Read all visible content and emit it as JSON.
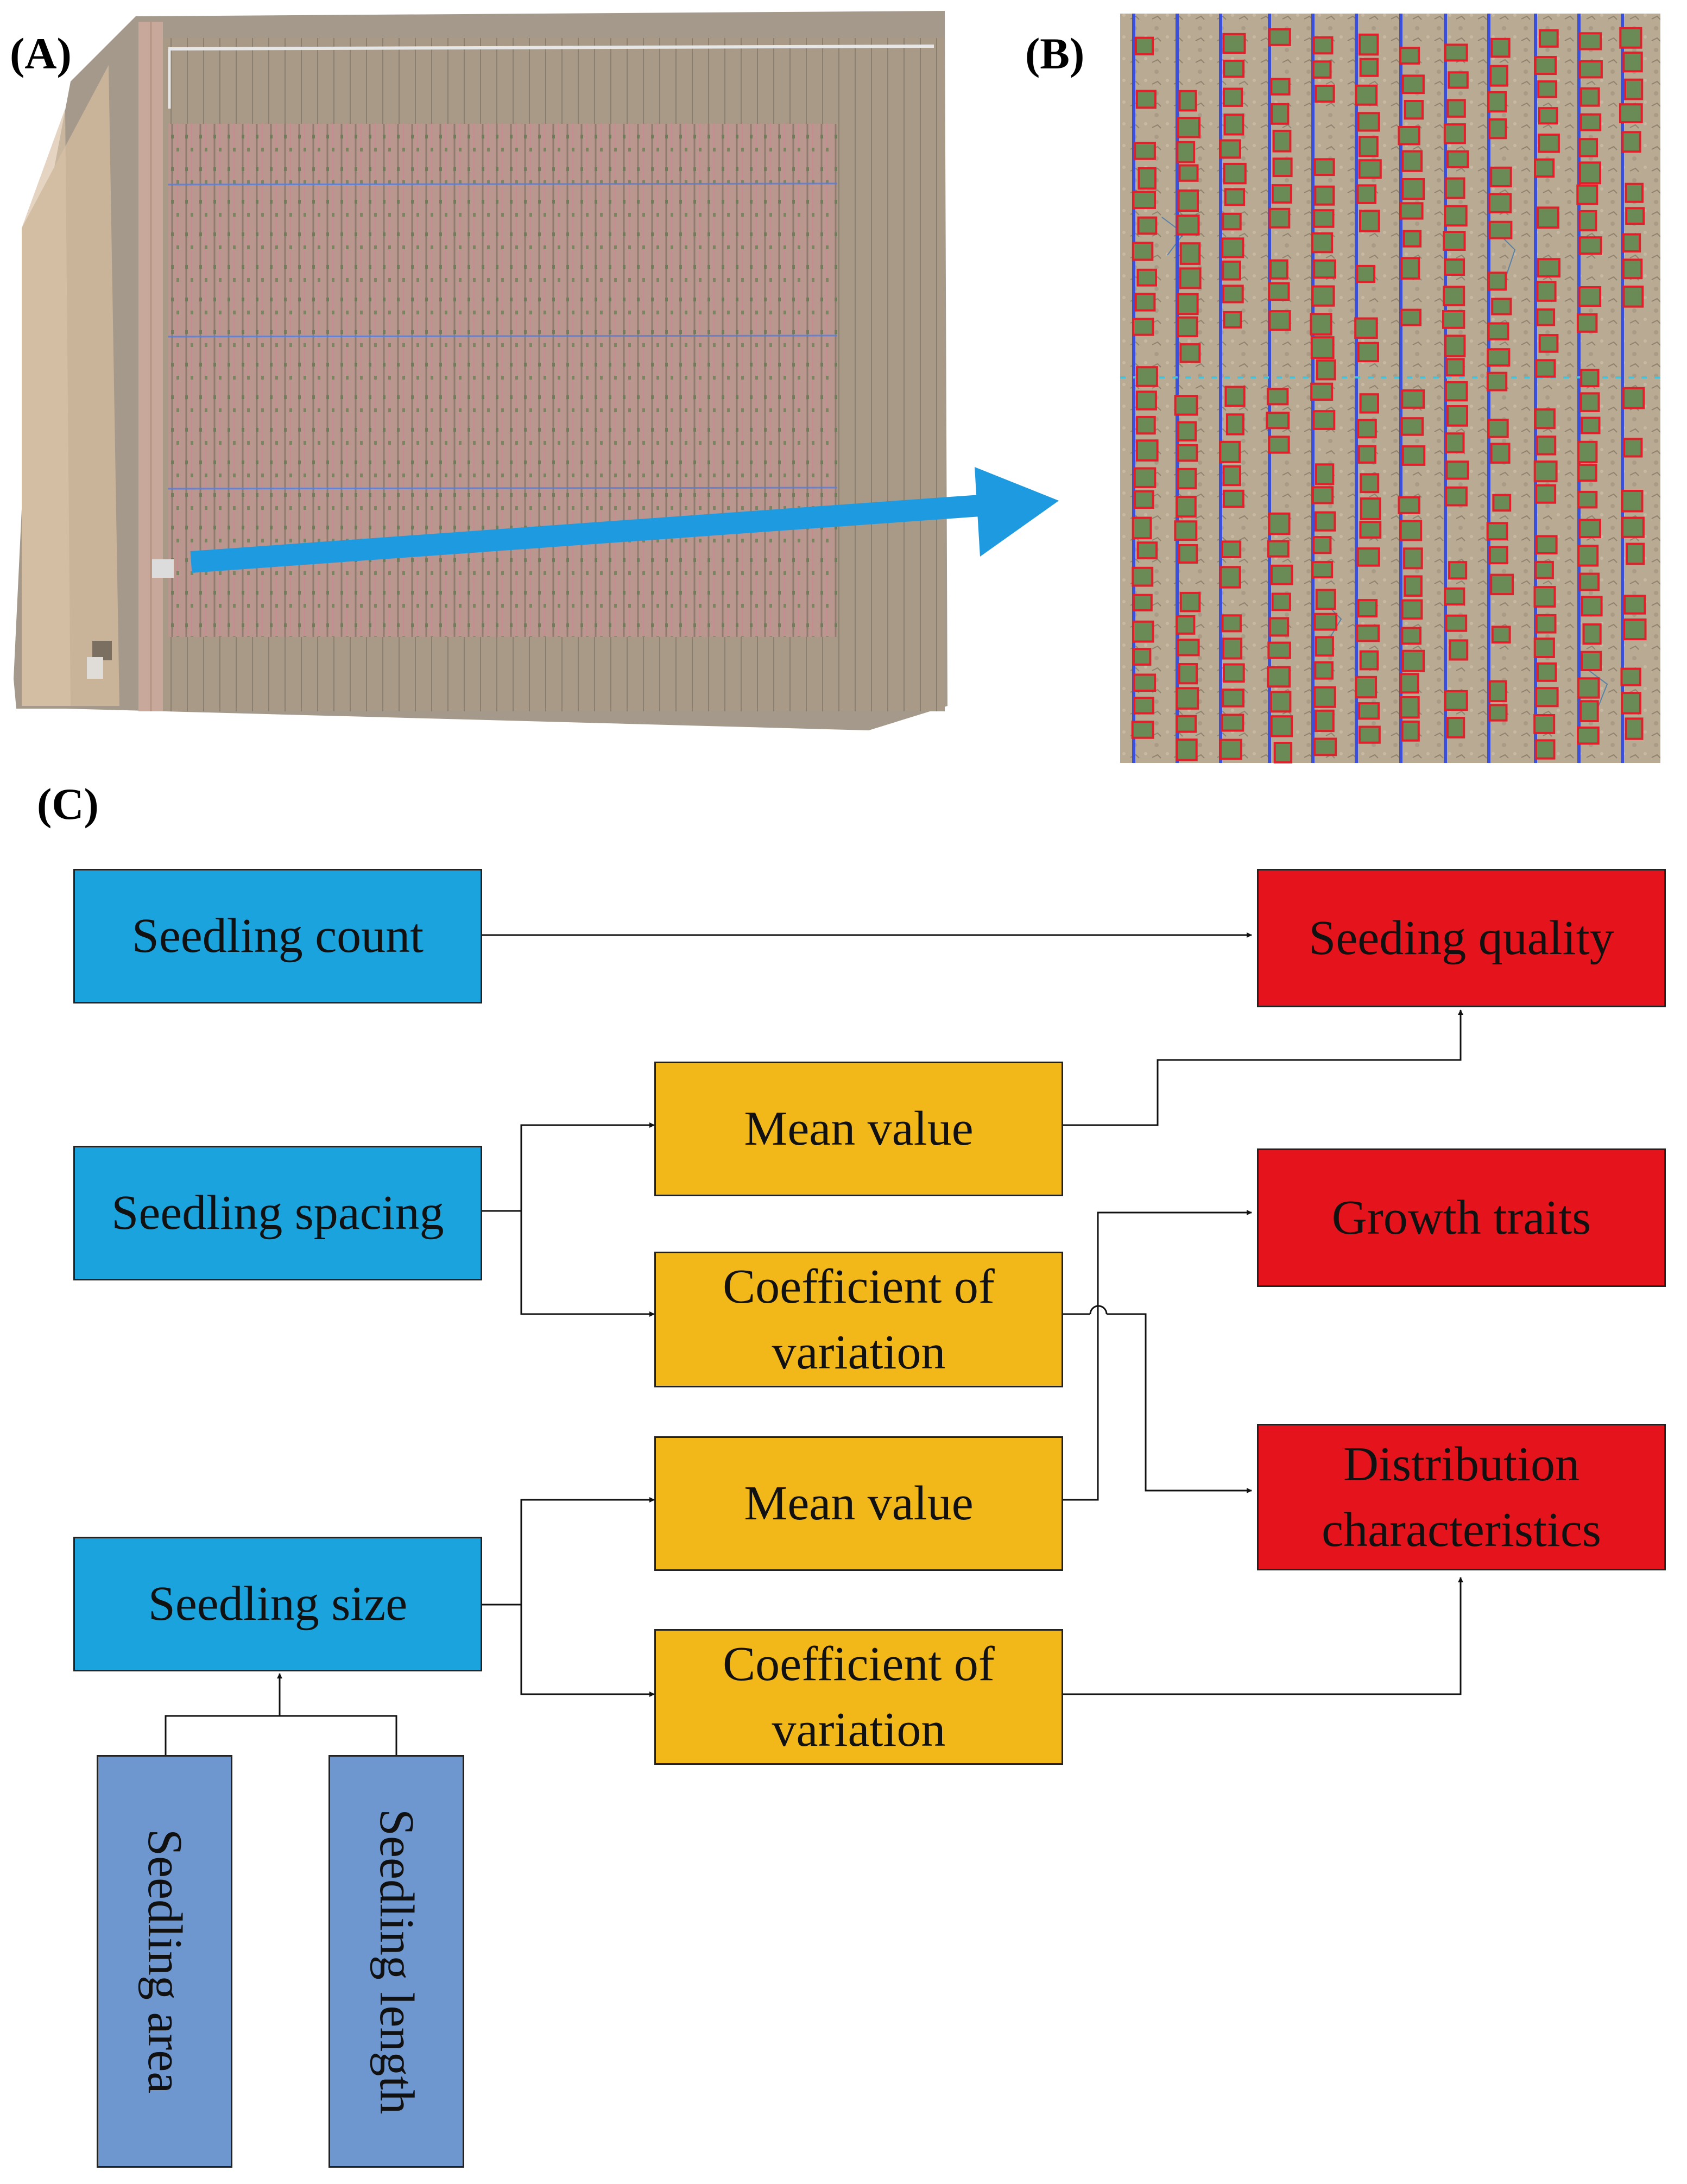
{
  "panels": {
    "a": "(A)",
    "b": "(B)",
    "c": "(C)"
  },
  "colors": {
    "input_box": "#1aa3dc",
    "statistic_box": "#f2b81a",
    "output_box": "#e5141c",
    "component_box": "#6f97cf",
    "arrow": "#1e9be0",
    "detection_box": "#e0202a",
    "row_line": "#3b4fd8"
  },
  "flow": {
    "count": "Seedling count",
    "spacing": "Seedling spacing",
    "size": "Seedling size",
    "area": "Seedling area",
    "length": "Seedling length",
    "mean_spacing": "Mean value",
    "cv_spacing_l1": "Coefficient of",
    "cv_spacing_l2": "variation",
    "mean_size": "Mean value",
    "cv_size_l1": "Coefficient of",
    "cv_size_l2": "variation",
    "seeding_quality": "Seeding quality",
    "growth_traits": "Growth traits",
    "distribution_l1": "Distribution",
    "distribution_l2": "characteristics"
  }
}
